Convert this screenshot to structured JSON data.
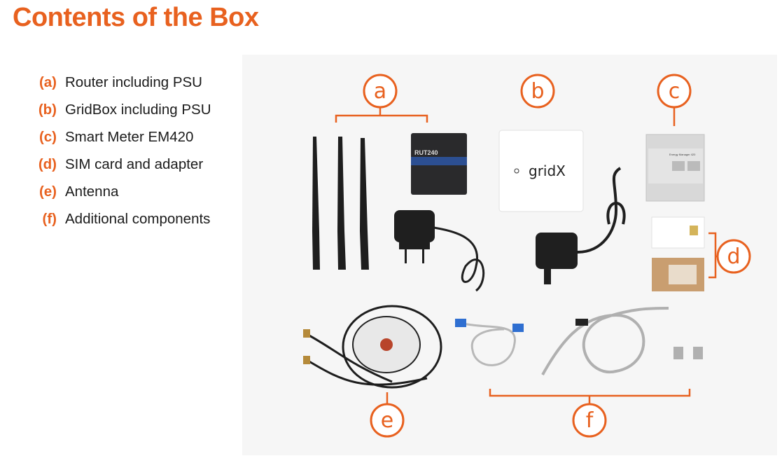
{
  "title": "Contents of the Box",
  "items": [
    {
      "label": "(a)",
      "text": "Router including PSU"
    },
    {
      "label": "(b)",
      "text": "GridBox including PSU"
    },
    {
      "label": "(c)",
      "text": "Smart Meter EM420"
    },
    {
      "label": "(d)",
      "text": "SIM card and adapter"
    },
    {
      "label": "(e)",
      "text": "Antenna"
    },
    {
      "label": "(f)",
      "text": "Additional components"
    }
  ],
  "photo": {
    "markers": [
      "a",
      "b",
      "c",
      "d",
      "e",
      "f"
    ],
    "router_label": "RUT240",
    "gridbox_label": "gridX",
    "meter_label": "Energy Manager 420"
  },
  "colors": {
    "accent": "#e8611f"
  }
}
